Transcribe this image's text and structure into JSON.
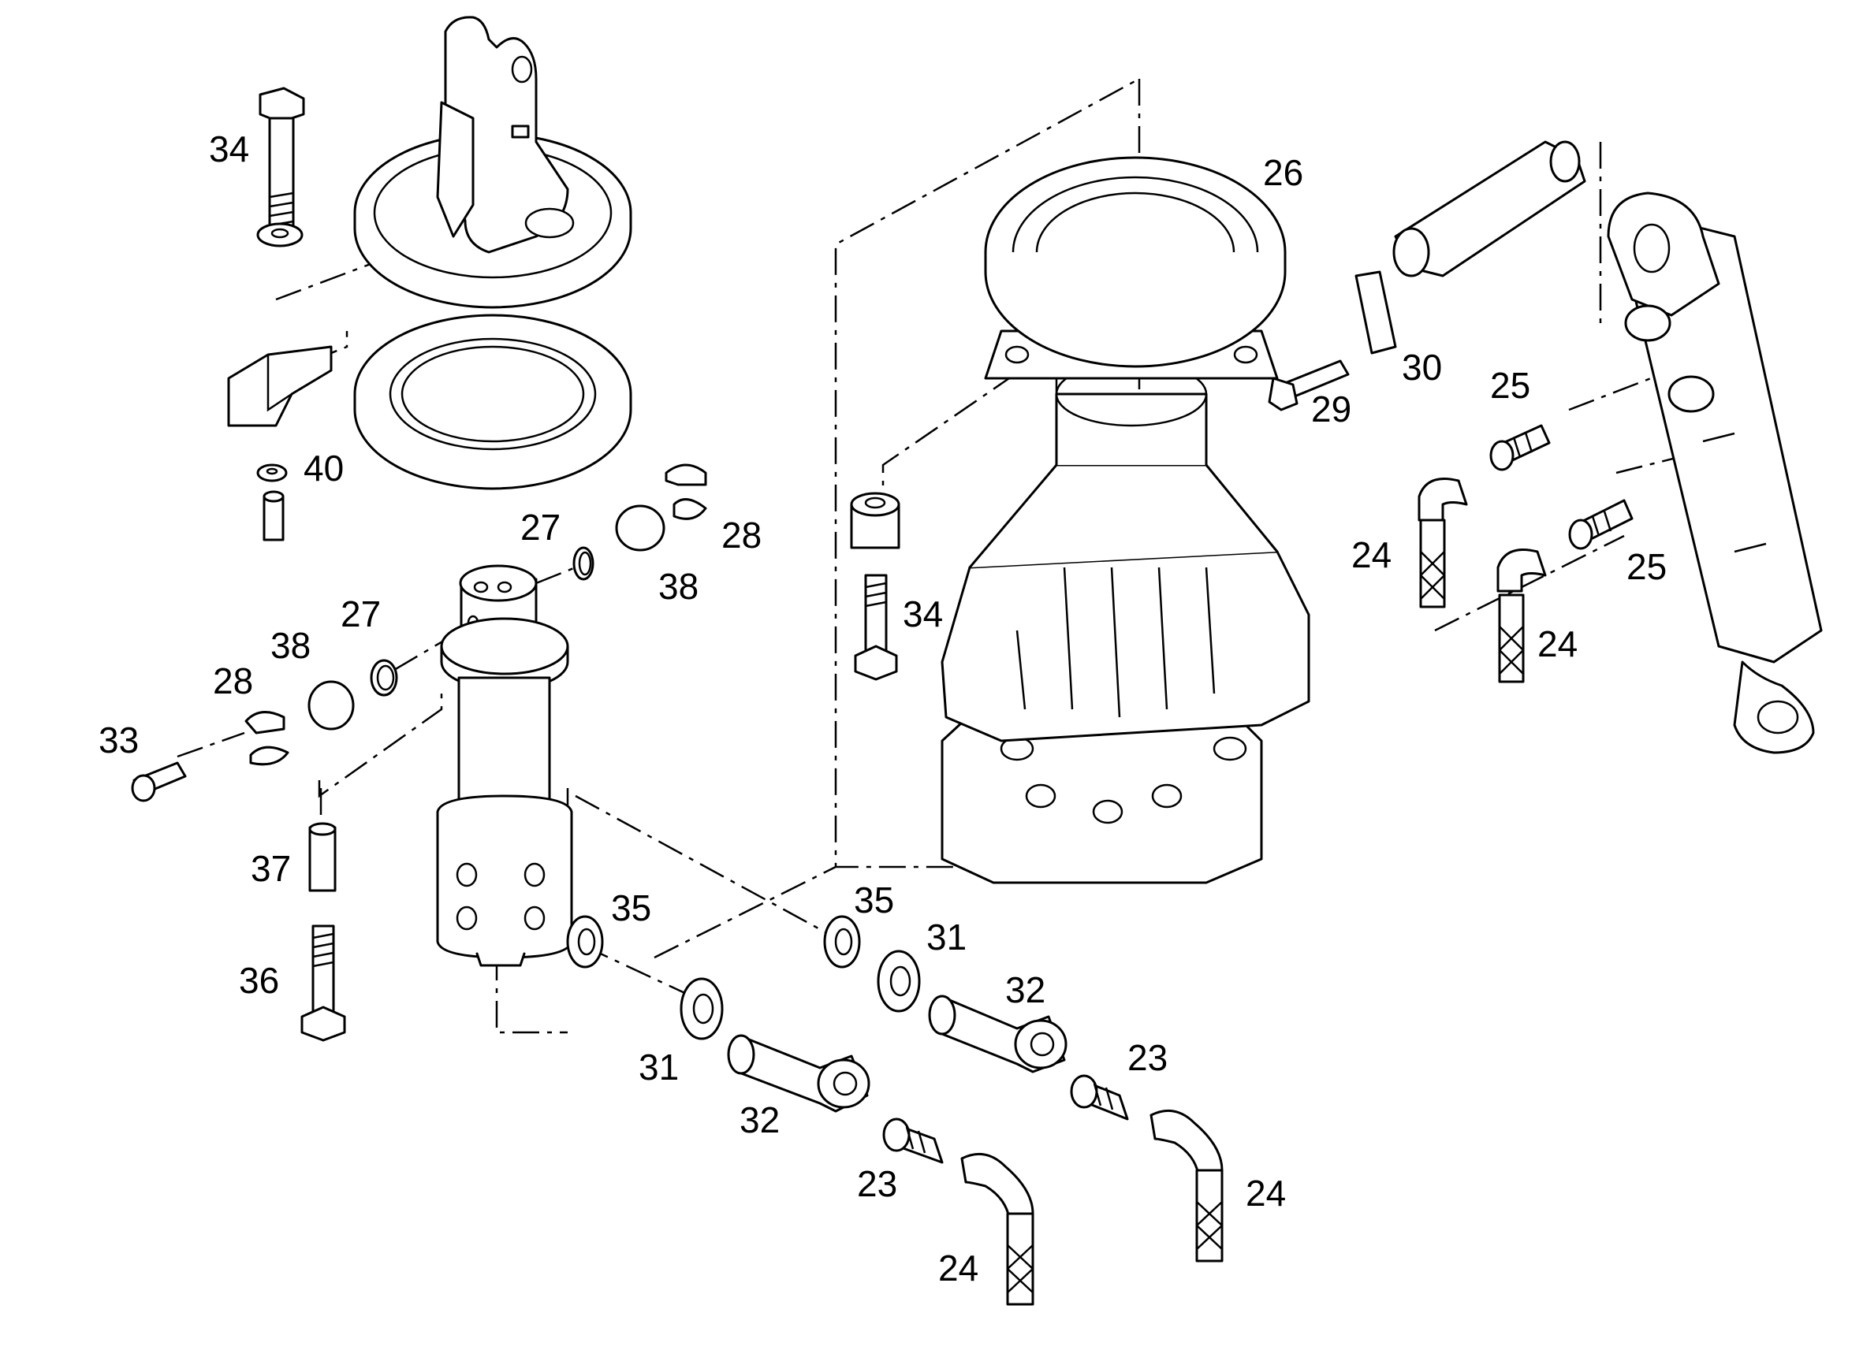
{
  "callouts": {
    "c26": "26",
    "c30": "30",
    "c29": "29",
    "c25a": "25",
    "c25b": "25",
    "c24a": "24",
    "c24b": "24",
    "c24c": "24",
    "c24d": "24",
    "c34a": "34",
    "c34b": "34",
    "c40": "40",
    "c27a": "27",
    "c27b": "27",
    "c28a": "28",
    "c28b": "28",
    "c38a": "38",
    "c38b": "38",
    "c33": "33",
    "c37": "37",
    "c36": "36",
    "c35a": "35",
    "c35b": "35",
    "c31a": "31",
    "c31b": "31",
    "c32a": "32",
    "c32b": "32",
    "c23a": "23",
    "c23b": "23"
  },
  "colors": {
    "line": "#000000",
    "background": "#ffffff"
  }
}
